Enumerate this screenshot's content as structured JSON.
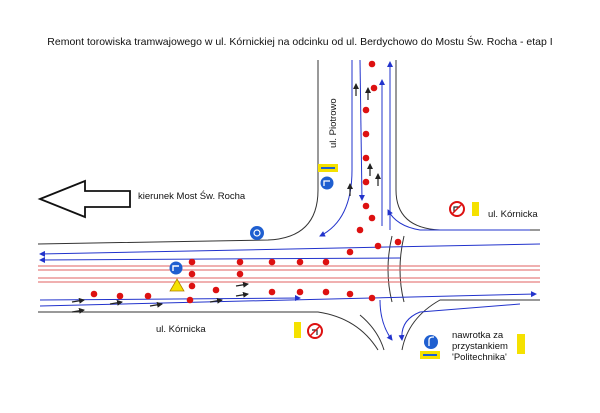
{
  "title": "Remont torowiska tramwajowego w ul. Kórnickiej na odcinku od ul. Berdychowo do Mostu Św. Rocha - etap I",
  "labels": {
    "direction": "kierunek Most Św. Rocha",
    "street_piotrowo": "ul. Piotrowo",
    "street_kornicka_right": "ul. Kórnicka",
    "street_kornicka_left": "ul. Kórnicka",
    "turnaround_line1": "nawrotka za",
    "turnaround_line2": "przystankiem",
    "turnaround_line3": "'Politechnika'"
  },
  "colors": {
    "road_edge": "#333333",
    "lane_arrow": "#2233cc",
    "tram_track": "#e06060",
    "cone": "#dd1111",
    "sign_blue": "#1f5fd0",
    "sign_red": "#dd1111",
    "plate_yellow": "#f5e100",
    "warning_yellow": "#f5e100"
  },
  "icons": [
    "direction-arrow-icon",
    "roundabout-sign-icon",
    "turn-right-sign-icon",
    "no-left-turn-sign-icon",
    "no-turn-sign-icon",
    "warning-triangle-icon",
    "supplementary-plate-icon"
  ]
}
